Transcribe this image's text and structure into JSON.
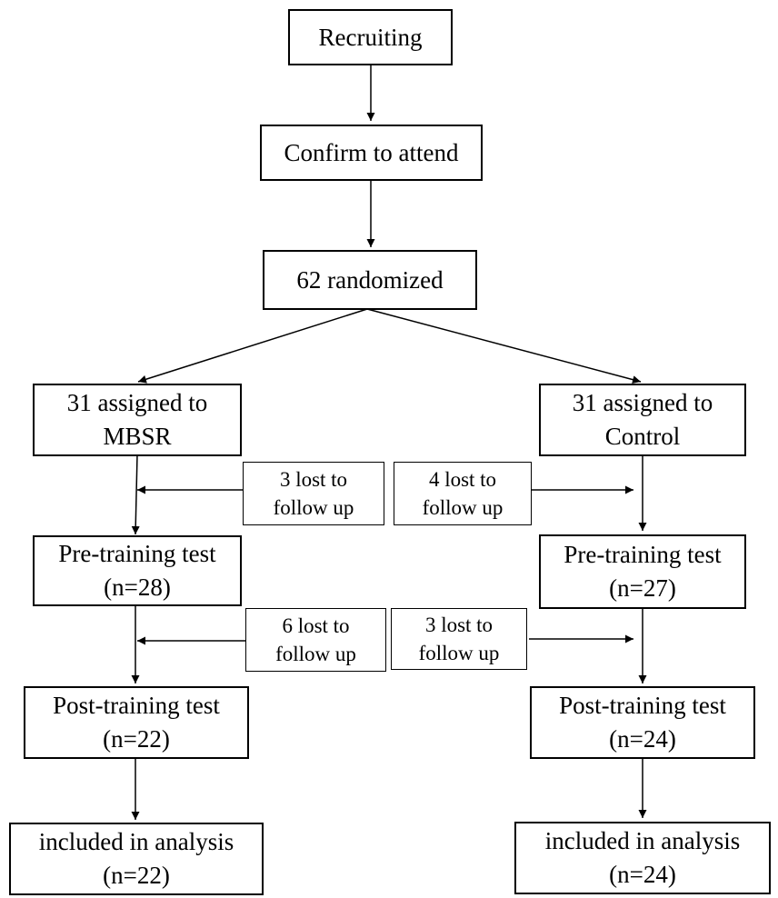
{
  "nodes": {
    "recruiting": {
      "lines": [
        "Recruiting"
      ]
    },
    "confirm": {
      "lines": [
        "Confirm to attend"
      ]
    },
    "randomized": {
      "lines": [
        "62 randomized"
      ]
    },
    "mbsr_assigned": {
      "lines": [
        "31 assigned to",
        "MBSR"
      ]
    },
    "control_assigned": {
      "lines": [
        "31 assigned to",
        "Control"
      ]
    },
    "mbsr_lost1": {
      "lines": [
        "3 lost to",
        "follow up"
      ]
    },
    "control_lost1": {
      "lines": [
        "4 lost to",
        "follow up"
      ]
    },
    "mbsr_pre": {
      "lines": [
        "Pre-training test",
        "(n=28)"
      ]
    },
    "control_pre": {
      "lines": [
        "Pre-training test",
        "(n=27)"
      ]
    },
    "mbsr_lost2": {
      "lines": [
        "6 lost to",
        "follow up"
      ]
    },
    "control_lost2": {
      "lines": [
        "3 lost to",
        "follow up"
      ]
    },
    "mbsr_post": {
      "lines": [
        "Post-training test",
        "(n=22)"
      ]
    },
    "control_post": {
      "lines": [
        "Post-training test",
        "(n=24)"
      ]
    },
    "mbsr_analysis": {
      "lines": [
        "included in analysis",
        "(n=22)"
      ]
    },
    "control_analysis": {
      "lines": [
        "included in analysis",
        "(n=24)"
      ]
    }
  }
}
